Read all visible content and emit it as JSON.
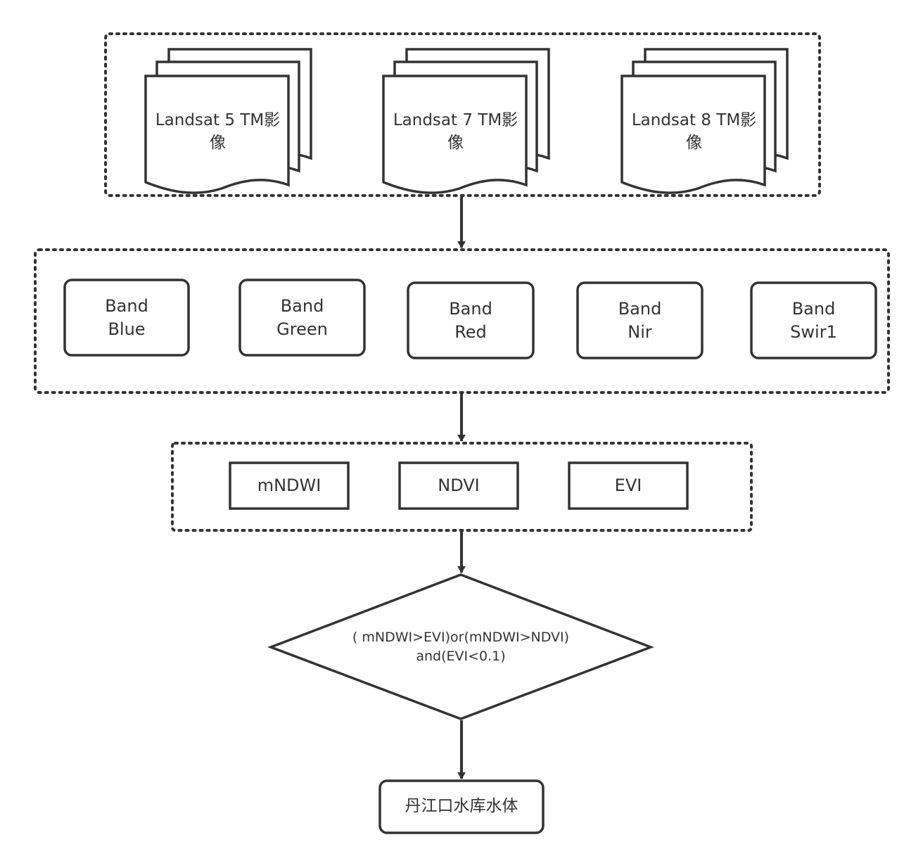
{
  "sources": [
    {
      "line1": "Landsat 5 TM影",
      "line2": "像"
    },
    {
      "line1": "Landsat 7 TM影",
      "line2": "像"
    },
    {
      "line1": "Landsat 8 TM影",
      "line2": "像"
    }
  ],
  "bands": [
    {
      "line1": "Band",
      "line2": "Blue"
    },
    {
      "line1": "Band",
      "line2": "Green"
    },
    {
      "line1": "Band",
      "line2": "Red"
    },
    {
      "line1": "Band",
      "line2": "Nir"
    },
    {
      "line1": "Band",
      "line2": "Swir1"
    }
  ],
  "indices": [
    "mNDWI",
    "NDVI",
    "EVI"
  ],
  "condition": {
    "line1": "( mNDWI>EVI)or(mNDWI>NDVI)",
    "line2": "and(EVI<0.1)"
  },
  "result": "丹江口水库水体",
  "colors": {
    "stroke": "#333333",
    "background": "#ffffff"
  }
}
